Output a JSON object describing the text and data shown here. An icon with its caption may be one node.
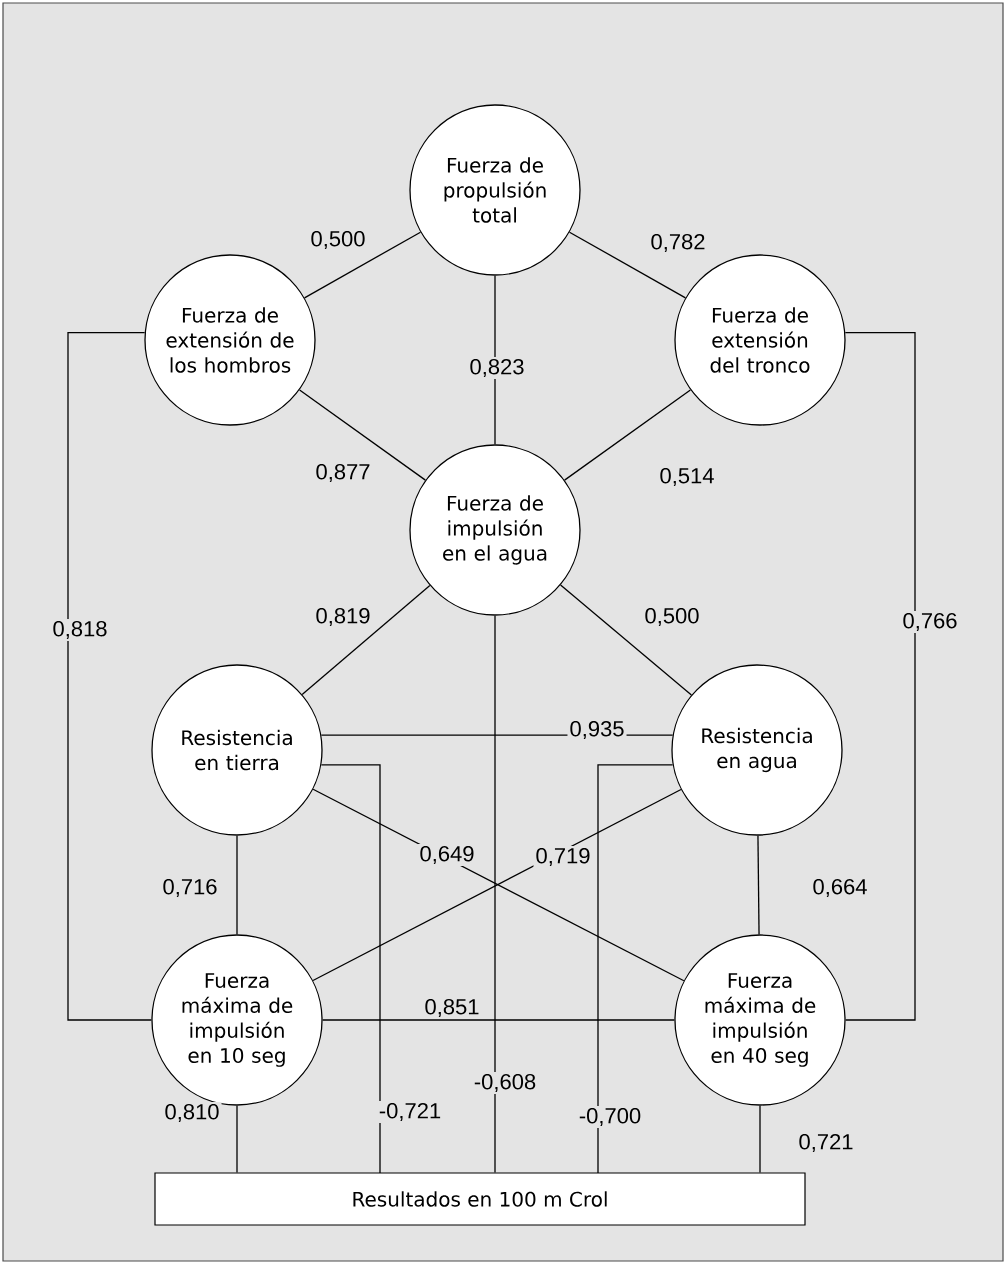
{
  "diagram": {
    "nodes": [
      {
        "text": [
          "Fuerza de propulsión total"
        ]
      },
      {
        "text": [
          "Fuerza de extensión de los hombros"
        ]
      },
      {
        "text": [
          "Fuerza de extensión del tronco"
        ]
      },
      {
        "text": [
          "Fuerza de impulsión en el agua"
        ]
      },
      {
        "text": [
          "Resistencia en tierra"
        ]
      },
      {
        "text": [
          "Resistencia en agua"
        ]
      },
      {
        "text": [
          "Fuerza máxima de impulsión en 10 seg"
        ]
      },
      {
        "text": [
          "Fuerza máxima de impulsión en 40 seg"
        ]
      },
      {
        "text": [
          "Resultados en 100 m Crol"
        ]
      }
    ],
    "edges": [
      {
        "from": 0,
        "to": 1,
        "arrow": "none",
        "label": "0,500"
      },
      {
        "from": 0,
        "to": 2,
        "arrow": "none",
        "label": "0,782"
      },
      {
        "from": 0,
        "to": 3,
        "arrow": "none",
        "label": "0,823"
      },
      {
        "from": 1,
        "to": 3,
        "arrow": "none",
        "label": "0,877"
      },
      {
        "from": 2,
        "to": 3,
        "arrow": "none",
        "label": "0,514"
      },
      {
        "from": 1,
        "to": 6,
        "arrow": "none",
        "label": "0,818"
      },
      {
        "from": 2,
        "to": 7,
        "arrow": "none",
        "label": "0,766"
      },
      {
        "from": 3,
        "to": 4,
        "arrow": "none",
        "label": "0,819"
      },
      {
        "from": 3,
        "to": 5,
        "arrow": "none",
        "label": "0,500"
      },
      {
        "from": 4,
        "to": 5,
        "arrow": "none",
        "label": "0,935"
      },
      {
        "from": 4,
        "to": 6,
        "arrow": "none",
        "label": "0,716"
      },
      {
        "from": 4,
        "to": 7,
        "arrow": "none",
        "label": "0,649"
      },
      {
        "from": 5,
        "to": 6,
        "arrow": "none",
        "label": "0,719"
      },
      {
        "from": 5,
        "to": 7,
        "arrow": "none",
        "label": "0,664"
      },
      {
        "from": 6,
        "to": 7,
        "arrow": "none",
        "label": "0,851"
      },
      {
        "from": 6,
        "to": 8,
        "arrow": "none",
        "label": "0,810"
      },
      {
        "from": 4,
        "to": 8,
        "arrow": "none",
        "label": "-0,721"
      },
      {
        "from": 3,
        "to": 8,
        "arrow": "none",
        "label": "-0,608"
      },
      {
        "from": 5,
        "to": 8,
        "arrow": "none",
        "label": "-0,700"
      },
      {
        "from": 7,
        "to": 8,
        "arrow": "none",
        "label": "0,721"
      }
    ]
  }
}
